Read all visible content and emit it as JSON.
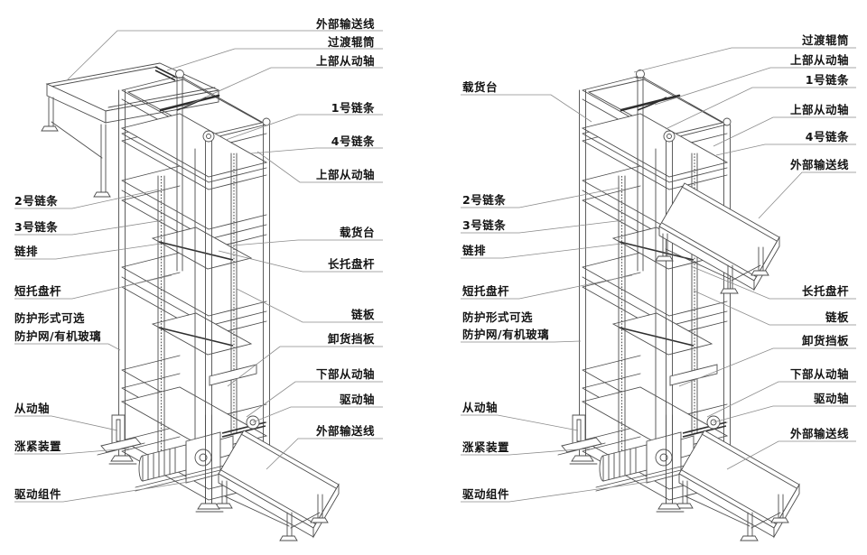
{
  "figure": {
    "background": "#ffffff",
    "line_color": "#4d4d4d",
    "label_color": "#141414",
    "leader_color": "#8b8b8b",
    "description_type": "vertical-lift-conveyor-technical-diagram"
  },
  "diagrams": [
    {
      "name": "left-elevator",
      "left_labels": [
        "2号链条",
        "3号链条",
        "链排",
        "短托盘杆",
        "防护形式可选",
        "防护网/有机玻璃",
        "从动轴",
        "涨紧装置",
        "驱动组件"
      ],
      "right_labels": [
        "外部输送线",
        "过渡辊筒",
        "上部从动轴",
        "1号链条",
        "4号链条",
        "上部从动轴",
        "载货台",
        "长托盘杆",
        "链板",
        "卸货挡板",
        "下部从动轴",
        "驱动轴",
        "外部输送线"
      ]
    },
    {
      "name": "right-elevator",
      "left_labels": [
        "载货台",
        "2号链条",
        "3号链条",
        "链排",
        "短托盘杆",
        "防护形式可选",
        "防护网/有机玻璃",
        "从动轴",
        "涨紧装置",
        "驱动组件"
      ],
      "right_labels": [
        "过渡辊筒",
        "上部从动轴",
        "1号链条",
        "上部从动轴",
        "4号链条",
        "外部输送线",
        "长托盘杆",
        "链板",
        "卸货挡板",
        "下部从动轴",
        "驱动轴",
        "外部输送线"
      ]
    }
  ]
}
